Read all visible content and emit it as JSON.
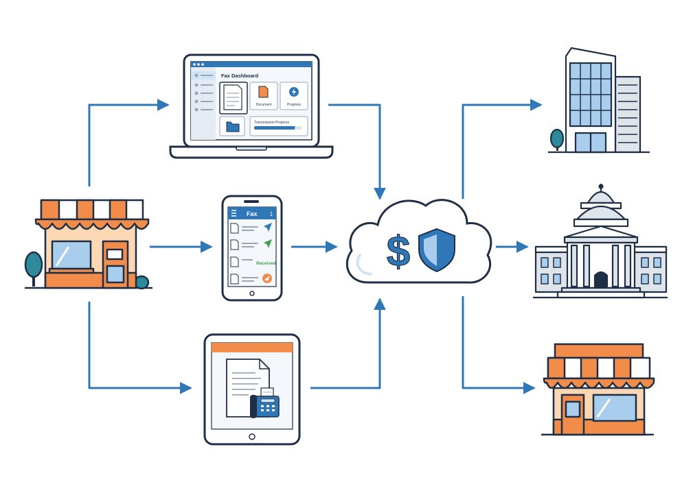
{
  "colors": {
    "flow_arrow": "#2f77b6",
    "outline": "#1e2e44",
    "orange": "#f28c4a",
    "light_orange": "#fbd7b4",
    "blue": "#2f77b6",
    "light_blue": "#cfe4f5",
    "glass_blue": "#a9cdec",
    "green": "#3aa34f",
    "teal": "#2d8a9a",
    "gray": "#dfe3ea",
    "white": "#ffffff"
  },
  "laptop": {
    "title": "Fax Dashboard",
    "card_document": "Document",
    "card_progress": "Progress",
    "progress_label": "Transmission Progress",
    "progress_fraction": 0.85
  },
  "phone": {
    "title": "Fax",
    "badge": "1",
    "received_label": "Received"
  },
  "cloud": {
    "currency_symbol": "$"
  },
  "icons": {
    "sender_store": "storefront-icon",
    "laptop": "laptop-icon",
    "phone": "smartphone-icon",
    "tablet": "tablet-icon",
    "fax_machine": "fax-machine-icon",
    "cloud": "cloud-icon",
    "shield": "shield-icon",
    "office": "office-building-icon",
    "government": "government-building-icon",
    "receiver_store": "storefront-icon"
  }
}
